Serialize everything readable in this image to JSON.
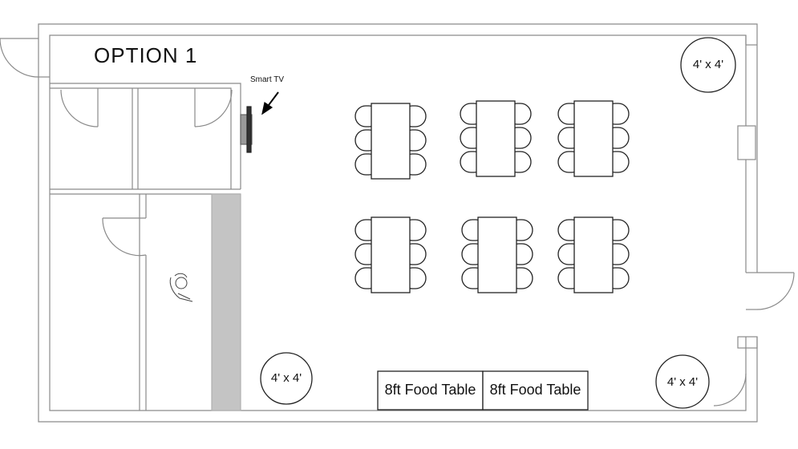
{
  "title": "OPTION 1",
  "tv": {
    "label": "Smart TV"
  },
  "round_tables": [
    {
      "label": "4' x 4'"
    },
    {
      "label": "4' x 4'"
    },
    {
      "label": "4' x 4'"
    }
  ],
  "food_tables": [
    {
      "label": "8ft Food Table"
    },
    {
      "label": "8ft Food Table"
    }
  ],
  "dining_tables": {
    "count": 6,
    "chairs_per_table": 6
  }
}
